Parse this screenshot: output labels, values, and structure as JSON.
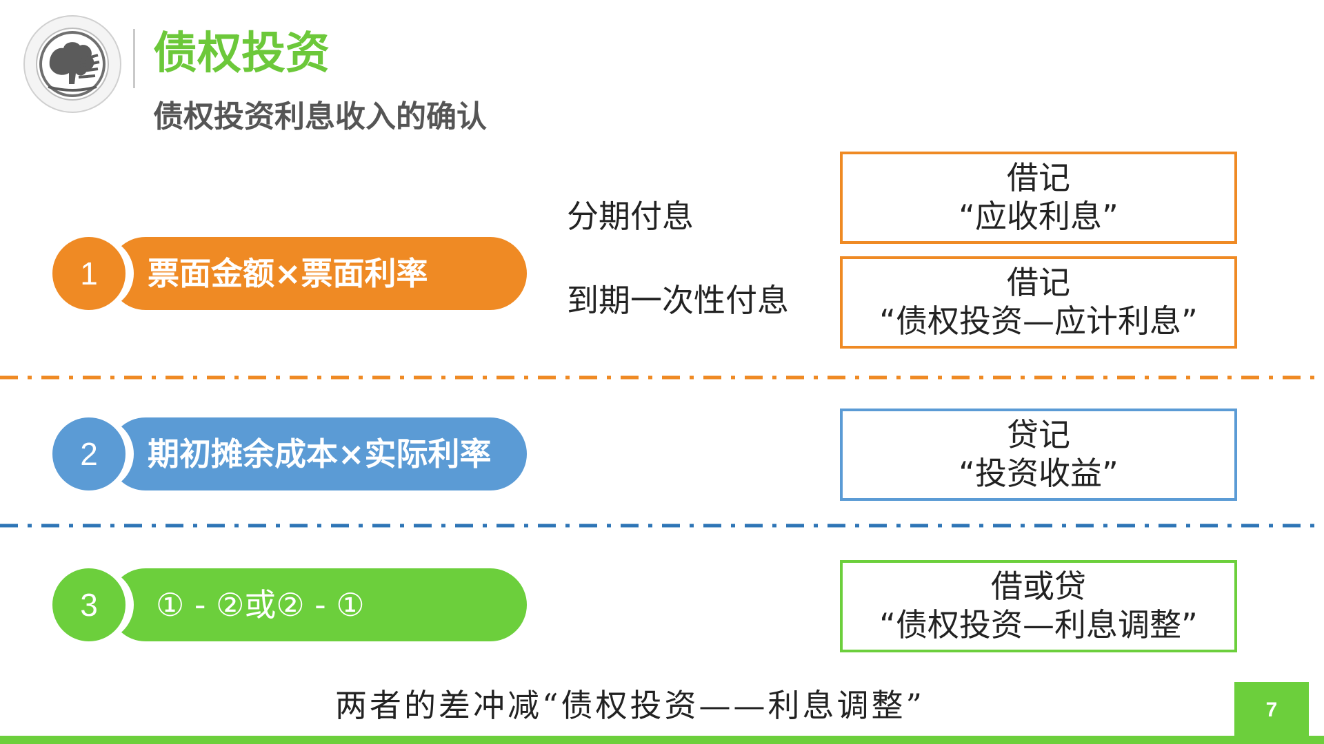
{
  "header": {
    "title": "债权投资",
    "subtitle": "债权投资利息收入的确认",
    "logo_icon": "college-seal-icon"
  },
  "rows": [
    {
      "number": "1",
      "text": "票面金额×票面利率",
      "color": "#ef8a24"
    },
    {
      "number": "2",
      "text": "期初摊余成本×实际利率",
      "color": "#5b9bd5"
    },
    {
      "number": "3",
      "text": "① - ②或② - ①",
      "color": "#6ccf3c"
    }
  ],
  "payment_labels": {
    "installment": "分期付息",
    "maturity": "到期一次性付息"
  },
  "entries": [
    {
      "direction": "借记",
      "account": "“应收利息”",
      "color": "#ef8a24"
    },
    {
      "direction": "借记",
      "account": "“债权投资—应计利息”",
      "color": "#ef8a24"
    },
    {
      "direction": "贷记",
      "account": "“投资收益”",
      "color": "#5b9bd5"
    },
    {
      "direction": "借或贷",
      "account": "“债权投资—利息调整”",
      "color": "#6ccf3c"
    }
  ],
  "separators": {
    "first_color": "#ef8a24",
    "second_color": "#2e75b6"
  },
  "note": "两者的差冲减“债权投资——利息调整”",
  "page_number": "7"
}
